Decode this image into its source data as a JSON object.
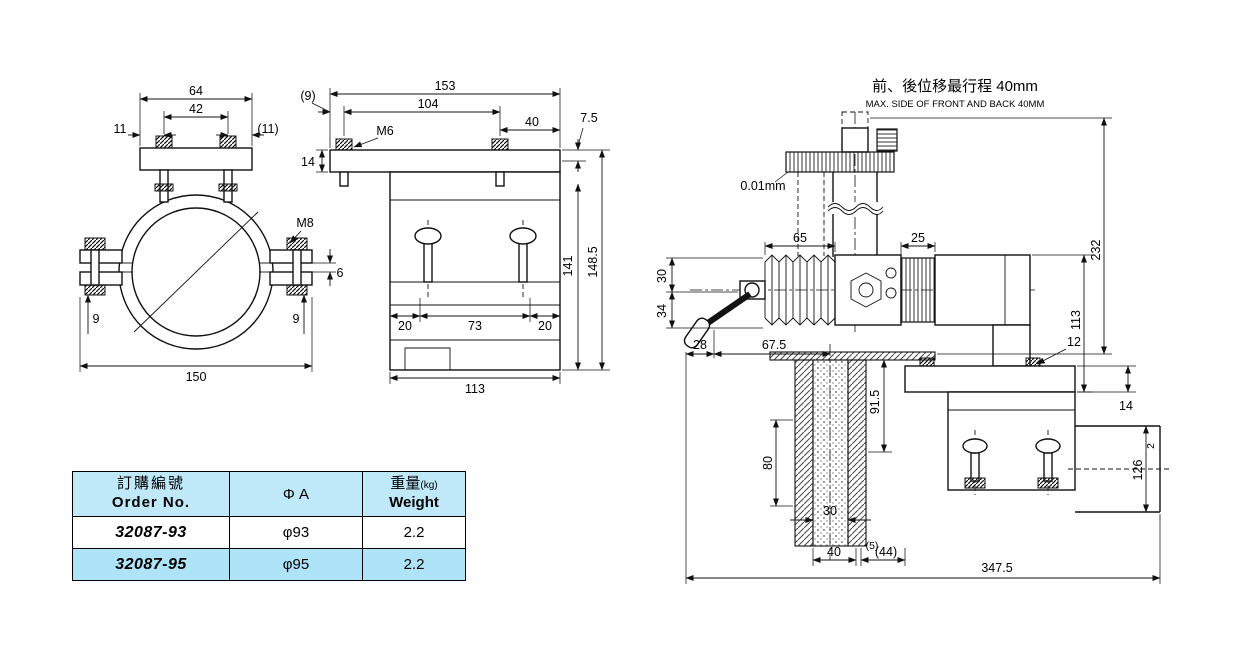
{
  "front": {
    "d64": "64",
    "d42": "42",
    "d11": "11",
    "d11p": "(11)",
    "m8": "M8",
    "d6": "6",
    "d9l": "9",
    "d9r": "9",
    "d150": "150"
  },
  "side": {
    "d153": "153",
    "d104": "104",
    "d40": "40",
    "d9p": "(9)",
    "m6": "M6",
    "d14": "14",
    "d75": "7.5",
    "d141": "141",
    "d1485": "148.5",
    "d20l": "20",
    "d73": "73",
    "d20r": "20",
    "d113": "113"
  },
  "asm": {
    "title": "前、後位移最行程 40mm",
    "subtitle": "MAX. SIDE OF FRONT AND BACK 40MM",
    "d001": "0.01mm",
    "d65": "65",
    "d25": "25",
    "d30a": "30",
    "d34": "34",
    "d28": "28",
    "d675": "67.5",
    "d232": "232",
    "d113": "113",
    "d12": "12",
    "d14": "14",
    "d915": "91.5",
    "d80": "80",
    "d30b": "30",
    "d40": "40",
    "d5p": "(5)",
    "d44p": "(44)",
    "d3475": "347.5",
    "d126": "126",
    "d2": "2"
  },
  "table": {
    "header": {
      "col1_zh": "訂購編號",
      "col1_en": "Order No.",
      "col2": "Φ A",
      "col3_zh": "重量",
      "col3_unit": "(kg)",
      "col3_en": "Weight"
    },
    "rows": [
      {
        "order_no": "32087-93",
        "phi_a": "φ93",
        "weight": "2.2"
      },
      {
        "order_no": "32087-95",
        "phi_a": "φ95",
        "weight": "2.2"
      }
    ],
    "accent_color": "#b9e6f8"
  }
}
